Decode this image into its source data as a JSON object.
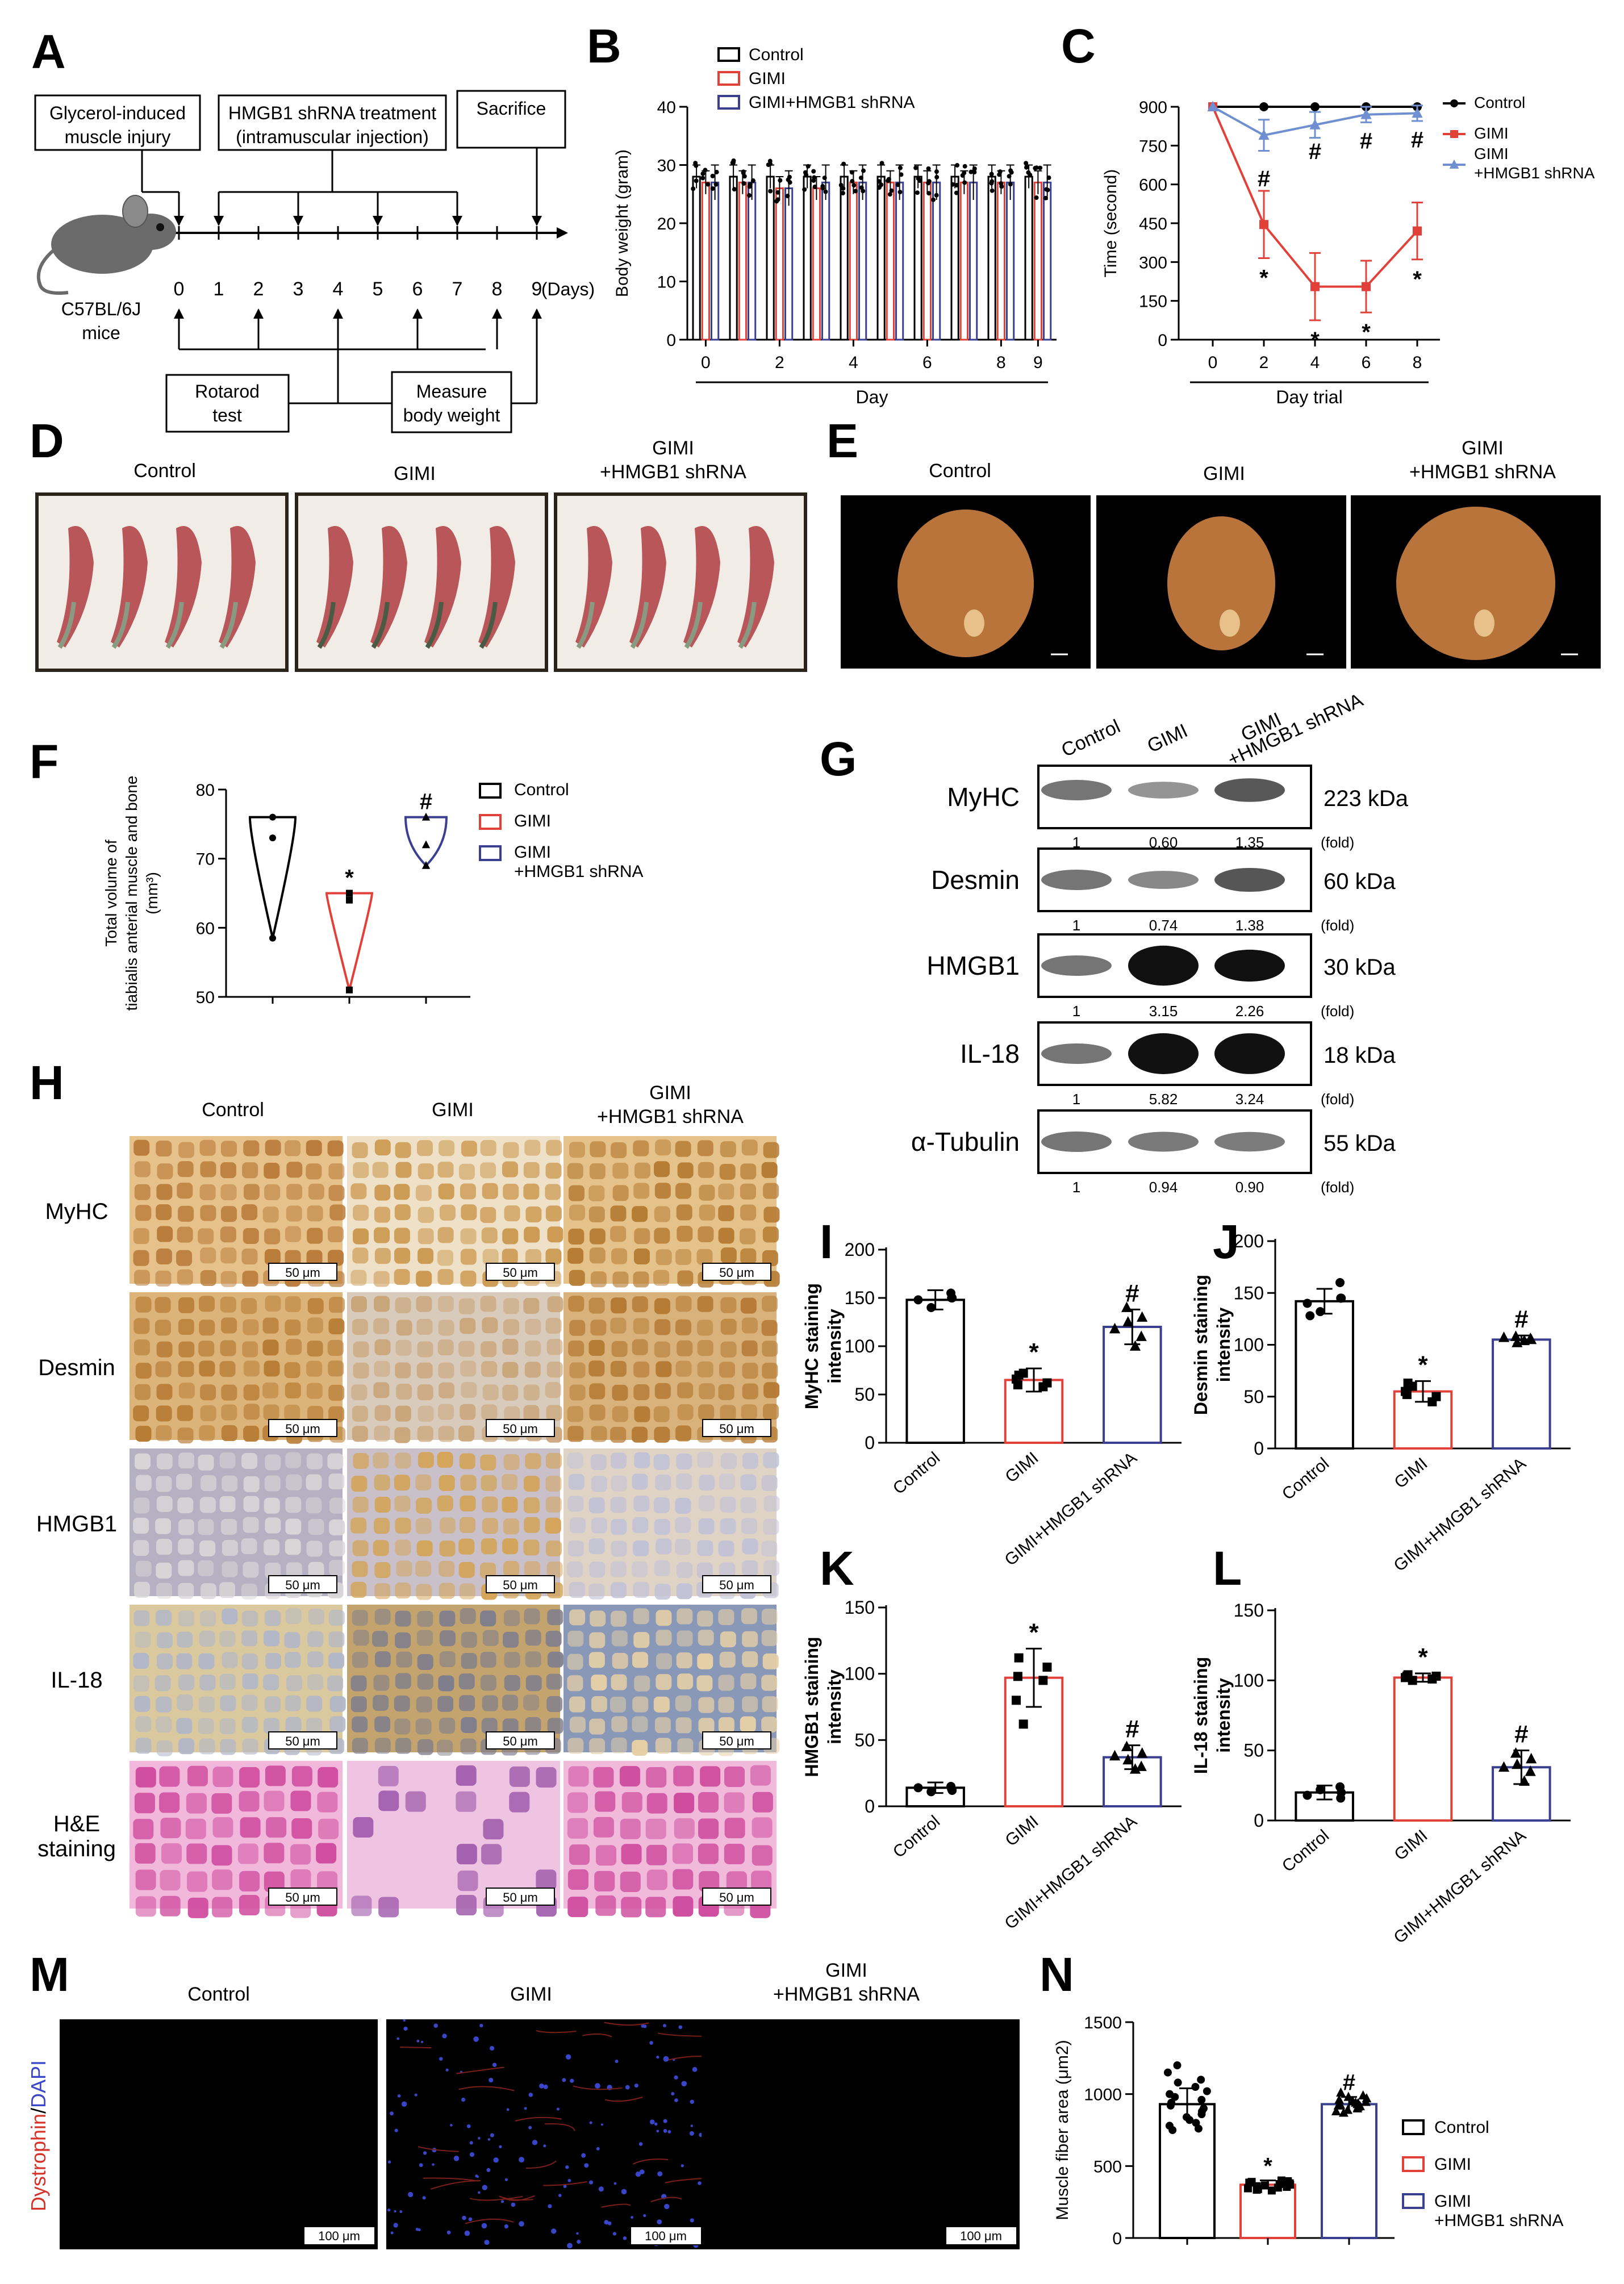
{
  "colors": {
    "control": "#000000",
    "gimi": "#e2413a",
    "shrna": "#3a3f8f",
    "shrna_line": "#6f8fd0"
  },
  "panel_letters": [
    "A",
    "B",
    "C",
    "D",
    "E",
    "F",
    "G",
    "H",
    "I",
    "J",
    "K",
    "L",
    "M",
    "N"
  ],
  "panelA": {
    "boxes": {
      "injury": [
        "Glycerol-induced",
        "muscle injury"
      ],
      "treatment": [
        "HMGB1 shRNA treatment",
        "(intramuscular injection)"
      ],
      "sacrifice": "Sacrifice",
      "rotarod": [
        "Rotarod",
        "test"
      ],
      "measure": [
        "Measure",
        "body weight"
      ]
    },
    "days": [
      "0",
      "1",
      "2",
      "3",
      "4",
      "5",
      "6",
      "7",
      "8",
      "9"
    ],
    "days_unit": "(Days)",
    "mouse_label": [
      "C57BL/6J",
      "mice"
    ]
  },
  "legend_groups": {
    "control": "Control",
    "gimi": "GIMI",
    "shrna": "GIMI+HMGB1 shRNA",
    "shrna_two_line": [
      "GIMI",
      "+HMGB1 shRNA"
    ]
  },
  "group_headers": {
    "control": "Control",
    "gimi": "GIMI",
    "shrna": [
      "GIMI",
      "+HMGB1 shRNA"
    ]
  },
  "panelG": {
    "rows": [
      {
        "label": "MyHC",
        "kda": "223 kDa",
        "folds": [
          "1",
          "0.60",
          "1.35"
        ]
      },
      {
        "label": "Desmin",
        "kda": "60 kDa",
        "folds": [
          "1",
          "0.74",
          "1.38"
        ]
      },
      {
        "label": "HMGB1",
        "kda": "30 kDa",
        "folds": [
          "1",
          "3.15",
          "2.26"
        ]
      },
      {
        "label": "IL-18",
        "kda": "18 kDa",
        "folds": [
          "1",
          "5.82",
          "3.24"
        ]
      },
      {
        "label": "α-Tubulin",
        "kda": "55 kDa",
        "folds": [
          "1",
          "0.94",
          "0.90"
        ]
      }
    ],
    "fold_label": "(fold)"
  },
  "panelH": {
    "rows": [
      "MyHC",
      "Desmin",
      "HMGB1",
      "IL-18",
      [
        "H&E",
        "staining"
      ]
    ],
    "scale": "50 μm"
  },
  "panelM": {
    "ylabel_red": "Dystrophin",
    "ylabel_slash": "/",
    "ylabel_blue": "DAPI",
    "scale": "100 μm"
  },
  "chart_data": [
    {
      "id": "B",
      "type": "bar",
      "categories": [
        "0",
        "1",
        "2",
        "3",
        "4",
        "5",
        "6",
        "7",
        "8",
        "9"
      ],
      "x_tick_labels": [
        "0",
        "2",
        "4",
        "6",
        "8",
        "9"
      ],
      "xlabel": "Day",
      "ylabel": "Body weight (gram)",
      "ylim": [
        0,
        40
      ],
      "yticks": [
        0,
        10,
        20,
        30,
        40
      ],
      "series": [
        {
          "name": "Control",
          "values": [
            28,
            28,
            28,
            28,
            28,
            28,
            28,
            28,
            28,
            28
          ],
          "err": [
            2,
            2,
            2,
            2,
            2,
            2,
            2,
            2,
            2,
            2
          ]
        },
        {
          "name": "GIMI",
          "values": [
            27,
            27,
            26,
            26,
            27,
            27,
            27,
            27,
            27,
            27
          ],
          "err": [
            2,
            2,
            2,
            2,
            2,
            2,
            2,
            2,
            2,
            2
          ]
        },
        {
          "name": "GIMI+HMGB1 shRNA",
          "values": [
            27,
            27,
            26,
            27,
            27,
            27,
            27,
            27,
            27,
            27
          ],
          "err": [
            3,
            3,
            3,
            3,
            3,
            3,
            3,
            3,
            3,
            3
          ]
        }
      ],
      "legend": "top-left"
    },
    {
      "id": "C",
      "type": "line",
      "x": [
        0,
        2,
        4,
        6,
        8
      ],
      "xlabel": "Day trial",
      "ylabel": "Time (second)",
      "ylim": [
        0,
        900
      ],
      "yticks": [
        0,
        150,
        300,
        450,
        600,
        750,
        900
      ],
      "series": [
        {
          "name": "Control",
          "values": [
            900,
            900,
            900,
            900,
            900
          ]
        },
        {
          "name": "GIMI",
          "values": [
            900,
            445,
            205,
            205,
            420
          ],
          "err": [
            0,
            130,
            130,
            100,
            110
          ],
          "marks": [
            "",
            "*",
            "*",
            "*",
            "*"
          ]
        },
        {
          "name": "GIMI+HMGB1 shRNA",
          "values": [
            900,
            790,
            830,
            870,
            875
          ],
          "err": [
            0,
            60,
            50,
            30,
            30
          ],
          "marks": [
            "",
            "#",
            "#",
            "#",
            "#"
          ]
        }
      ],
      "legend": "right"
    },
    {
      "id": "F",
      "type": "violin",
      "categories": [
        "Control",
        "GIMI",
        "GIMI+HMGB1 shRNA"
      ],
      "ylabel": [
        "Total volume of",
        "tiabialis anterial muscle and bone",
        "(mm³)"
      ],
      "ylim": [
        50,
        80
      ],
      "yticks": [
        50,
        60,
        70,
        80
      ],
      "points": [
        [
          76,
          73,
          58.5
        ],
        [
          65,
          64,
          51
        ],
        [
          76,
          72,
          69
        ]
      ],
      "marks": [
        "",
        "*",
        "#"
      ],
      "legend": "right"
    },
    {
      "id": "I",
      "type": "bar",
      "categories": [
        "Control",
        "GIMI",
        "GIMI+HMGB1 shRNA"
      ],
      "ylabel": [
        "MyHC staining",
        "intensity"
      ],
      "ylim": [
        0,
        200
      ],
      "yticks": [
        0,
        50,
        100,
        150,
        200
      ],
      "values": [
        148,
        65,
        120
      ],
      "err": [
        10,
        12,
        18
      ],
      "marks": [
        "",
        "*",
        "#"
      ],
      "points": [
        [
          155,
          150,
          148,
          140,
          150
        ],
        [
          70,
          62,
          58,
          66,
          72,
          60
        ],
        [
          140,
          130,
          125,
          110,
          100,
          118
        ]
      ]
    },
    {
      "id": "J",
      "type": "bar",
      "categories": [
        "Control",
        "GIMI",
        "GIMI+HMGB1 shRNA"
      ],
      "ylabel": [
        "Desmin staining",
        "intensity"
      ],
      "ylim": [
        0,
        200
      ],
      "yticks": [
        0,
        50,
        100,
        150,
        200
      ],
      "values": [
        142,
        55,
        105
      ],
      "err": [
        12,
        10,
        4
      ],
      "marks": [
        "",
        "*",
        "#"
      ],
      "points": [
        [
          160,
          145,
          140,
          132,
          145,
          128
        ],
        [
          63,
          50,
          45,
          55,
          60,
          52
        ],
        [
          108,
          105,
          102,
          106,
          104,
          107
        ]
      ]
    },
    {
      "id": "K",
      "type": "bar",
      "categories": [
        "Control",
        "GIMI",
        "GIMI+HMGB1 shRNA"
      ],
      "ylabel": [
        "HMGB1 staining",
        "intensity"
      ],
      "ylim": [
        0,
        150
      ],
      "yticks": [
        0,
        50,
        100,
        150
      ],
      "values": [
        14,
        97,
        37
      ],
      "err": [
        4,
        22,
        9
      ],
      "marks": [
        "",
        "*",
        "#"
      ],
      "points": [
        [
          15,
          12,
          14,
          11,
          13
        ],
        [
          112,
          105,
          95,
          80,
          62,
          98
        ],
        [
          45,
          40,
          35,
          30,
          28,
          38
        ]
      ]
    },
    {
      "id": "L",
      "type": "bar",
      "categories": [
        "Control",
        "GIMI",
        "GIMI+HMGB1 shRNA"
      ],
      "ylabel": [
        "IL-18 staining",
        "intensity"
      ],
      "ylim": [
        0,
        150
      ],
      "yticks": [
        0,
        50,
        100,
        150
      ],
      "values": [
        20,
        102,
        38
      ],
      "err": [
        5,
        3,
        12
      ],
      "marks": [
        "",
        "*",
        "#"
      ],
      "points": [
        [
          24,
          20,
          18,
          22,
          16
        ],
        [
          104,
          103,
          101,
          102,
          100,
          103
        ],
        [
          48,
          44,
          40,
          35,
          28,
          38
        ]
      ]
    },
    {
      "id": "N",
      "type": "bar",
      "categories": [
        "Control",
        "GIMI",
        "GIMI+HMGB1 shRNA"
      ],
      "ylabel": "Muscle fiber area (μm2)",
      "ylim": [
        0,
        1500
      ],
      "yticks": [
        0,
        500,
        1000,
        1500
      ],
      "values": [
        930,
        370,
        930
      ],
      "err": [
        110,
        30,
        50
      ],
      "marks": [
        "",
        "*",
        "#"
      ],
      "points": [
        [
          1200,
          1150,
          1100,
          1080,
          1050,
          1020,
          1000,
          980,
          960,
          940,
          920,
          900,
          880,
          860,
          840,
          820,
          800,
          780,
          760,
          750
        ],
        [
          400,
          395,
          390,
          385,
          380,
          375,
          370,
          365,
          360,
          355,
          350,
          345,
          340,
          335,
          330
        ],
        [
          1010,
          990,
          980,
          970,
          960,
          950,
          945,
          940,
          935,
          930,
          925,
          920,
          915,
          910,
          900,
          890,
          880,
          870
        ]
      ],
      "legend": "right"
    }
  ]
}
